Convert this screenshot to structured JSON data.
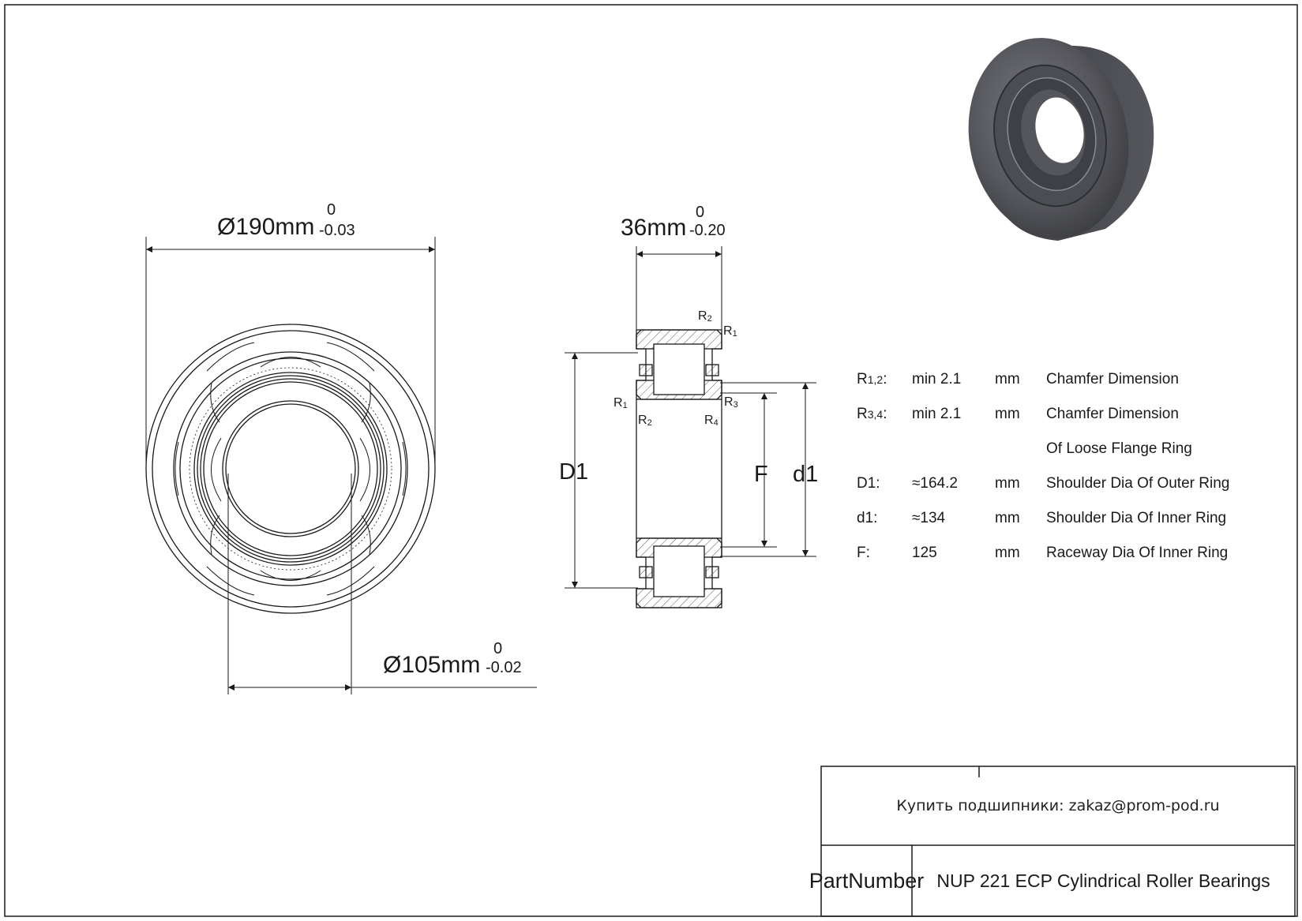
{
  "dimensions": {
    "outer_diameter": {
      "label": "Ø190mm",
      "tol_upper": "0",
      "tol_lower": "-0.03"
    },
    "width": {
      "label": "36mm",
      "tol_upper": "0",
      "tol_lower": "-0.20"
    },
    "bore_diameter": {
      "label": "Ø105mm",
      "tol_upper": "0",
      "tol_lower": "-0.02"
    }
  },
  "section_labels": {
    "D1": "D1",
    "F": "F",
    "d1": "d1",
    "R": "R",
    "r1": "1",
    "r2": "2",
    "r3": "3",
    "r4": "4"
  },
  "specs": [
    {
      "label_main": "R",
      "label_sub": "1,2",
      "label_suffix": ":",
      "value": "min 2.1",
      "unit": "mm",
      "description": "Chamfer Dimension"
    },
    {
      "label_main": "R",
      "label_sub": "3,4",
      "label_suffix": ":",
      "value": "min 2.1",
      "unit": "mm",
      "description": "Chamfer Dimension"
    },
    {
      "label_main": "",
      "label_sub": "",
      "label_suffix": "",
      "value": "",
      "unit": "",
      "description": "Of Loose Flange Ring"
    },
    {
      "label_main": "D1",
      "label_sub": "",
      "label_suffix": ":",
      "value": "≈164.2",
      "unit": "mm",
      "description": "Shoulder Dia Of Outer Ring"
    },
    {
      "label_main": "d1",
      "label_sub": "",
      "label_suffix": ":",
      "value": "≈134",
      "unit": "mm",
      "description": "Shoulder Dia Of Inner Ring"
    },
    {
      "label_main": "F",
      "label_sub": "",
      "label_suffix": ":",
      "value": "125",
      "unit": "mm",
      "description": "Raceway Dia Of Inner Ring"
    }
  ],
  "title_block": {
    "contact": "Купить подшипники: zakaz@prom-pod.ru",
    "part_number_label_line1": "Part",
    "part_number_label_line2": "Number",
    "part_number": "NUP 221 ECP Cylindrical Roller Bearings"
  },
  "colors": {
    "line": "#1a1a1a",
    "hatch": "#444444",
    "render_body": "#5a5b60",
    "render_dark": "#2a2b30"
  }
}
